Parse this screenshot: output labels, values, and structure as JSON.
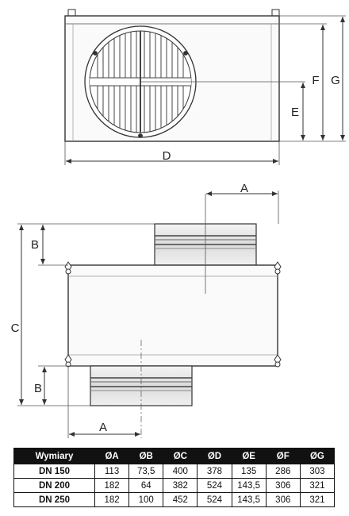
{
  "diagram": {
    "top_view": {
      "dimension_labels": {
        "D": "D",
        "E": "E",
        "F": "F",
        "G": "G"
      }
    },
    "side_view": {
      "dimension_labels": {
        "A_top": "A",
        "A_bottom": "A",
        "B_top": "B",
        "B_bottom": "B",
        "C": "C"
      }
    }
  },
  "table": {
    "headers": [
      "Wymiary",
      "ØA",
      "ØB",
      "ØC",
      "ØD",
      "ØE",
      "ØF",
      "ØG"
    ],
    "rows": [
      [
        "DN 150",
        "113",
        "73,5",
        "400",
        "378",
        "135",
        "286",
        "303"
      ],
      [
        "DN 200",
        "182",
        "64",
        "382",
        "524",
        "143,5",
        "306",
        "321"
      ],
      [
        "DN 250",
        "182",
        "100",
        "452",
        "524",
        "143,5",
        "306",
        "321"
      ]
    ]
  }
}
